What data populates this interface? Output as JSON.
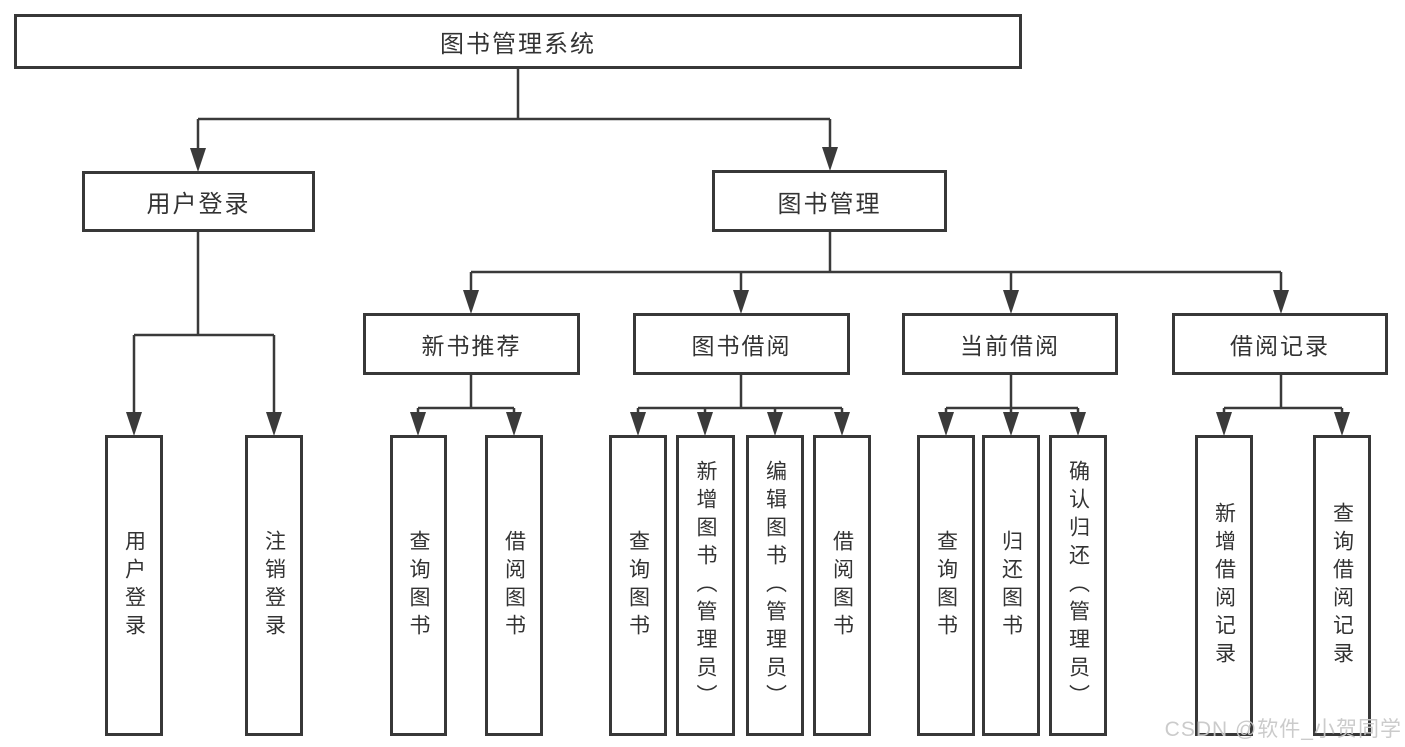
{
  "diagram": {
    "root": {
      "label": "图书管理系统",
      "children": [
        {
          "label": "用户登录",
          "children": [
            {
              "label": "用户登录"
            },
            {
              "label": "注销登录"
            }
          ]
        },
        {
          "label": "图书管理",
          "children": [
            {
              "label": "新书推荐",
              "children": [
                {
                  "label": "查询图书"
                },
                {
                  "label": "借阅图书"
                }
              ]
            },
            {
              "label": "图书借阅",
              "children": [
                {
                  "label": "查询图书"
                },
                {
                  "label": "新增图书（管理员）"
                },
                {
                  "label": "编辑图书（管理员）"
                },
                {
                  "label": "借阅图书"
                }
              ]
            },
            {
              "label": "当前借阅",
              "children": [
                {
                  "label": "查询图书"
                },
                {
                  "label": "归还图书"
                },
                {
                  "label": "确认归还（管理员）"
                }
              ]
            },
            {
              "label": "借阅记录",
              "children": [
                {
                  "label": "新增借阅记录"
                },
                {
                  "label": "查询借阅记录"
                }
              ]
            }
          ]
        }
      ]
    }
  },
  "watermark": {
    "text": "CSDN @软件_小贺同学"
  },
  "colors": {
    "line": "#3a3a3a",
    "box_border": "#383838",
    "text": "#333333",
    "watermark": "#c9c9c9",
    "background": "#ffffff"
  }
}
